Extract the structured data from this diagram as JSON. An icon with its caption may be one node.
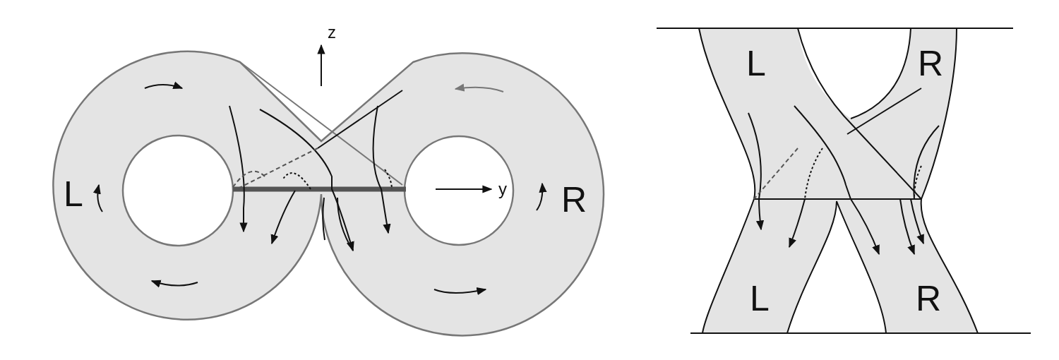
{
  "diagram": {
    "labels": [
      "z",
      "y",
      "L",
      "R",
      "L",
      "R",
      "L",
      "R"
    ]
  }
}
